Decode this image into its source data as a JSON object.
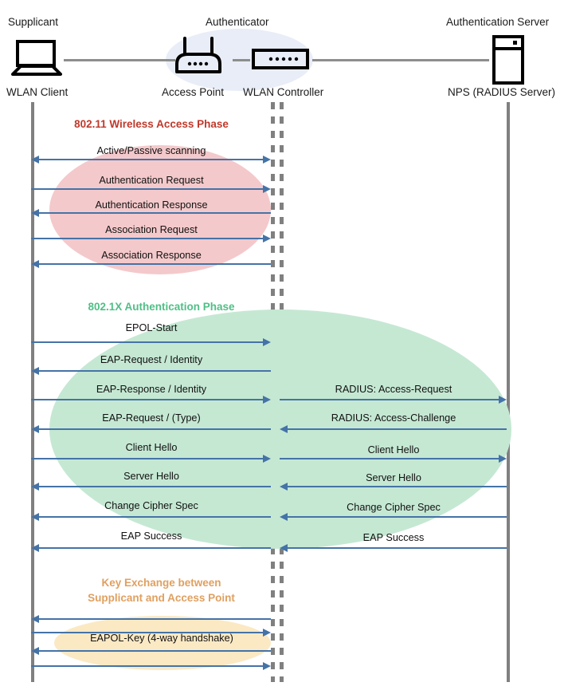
{
  "actors": [
    {
      "id": "supplicant",
      "role": "Supplicant",
      "device": "WLAN Client",
      "icon": "laptop-icon"
    },
    {
      "id": "authenticator",
      "role": "Authenticator",
      "device": "Access Point",
      "icon": "access-point-icon"
    },
    {
      "id": "controller",
      "role": "",
      "device": "WLAN Controller",
      "icon": "wlan-controller-icon"
    },
    {
      "id": "authserver",
      "role": "Authentication Server",
      "device": "NPS (RADIUS Server)",
      "icon": "server-icon"
    }
  ],
  "phases": [
    {
      "id": "wireless-access",
      "title": "802.11 Wireless Access Phase",
      "color": "#c0392b",
      "blob_color": "#f4c9cb",
      "messages": [
        {
          "label": "Active/Passive scanning",
          "direction": "both",
          "side": "left"
        },
        {
          "label": "Authentication Request",
          "direction": "right",
          "side": "left"
        },
        {
          "label": "Authentication Response",
          "direction": "left",
          "side": "left"
        },
        {
          "label": "Association Request",
          "direction": "right",
          "side": "left"
        },
        {
          "label": "Association Response",
          "direction": "left",
          "side": "left"
        }
      ]
    },
    {
      "id": "dot1x-auth",
      "title": "802.1X Authentication Phase",
      "color": "#4fbf85",
      "blob_color": "#c5e8d3",
      "messages": [
        {
          "label": "EPOL-Start",
          "direction": "right",
          "side": "left"
        },
        {
          "label": "EAP-Request / Identity",
          "direction": "left",
          "side": "left"
        },
        {
          "label": "EAP-Response / Identity",
          "direction": "right",
          "side": "left"
        },
        {
          "label": "EAP-Request / (Type)",
          "direction": "left",
          "side": "left"
        },
        {
          "label": "Client Hello",
          "direction": "right",
          "side": "left"
        },
        {
          "label": "Server Hello",
          "direction": "left",
          "side": "left"
        },
        {
          "label": "Change Cipher Spec",
          "direction": "left",
          "side": "left"
        },
        {
          "label": "EAP Success",
          "direction": "left",
          "side": "left"
        },
        {
          "label": "RADIUS: Access-Request",
          "direction": "right",
          "side": "right"
        },
        {
          "label": "RADIUS: Access-Challenge",
          "direction": "left",
          "side": "right"
        },
        {
          "label": "Client Hello",
          "direction": "right",
          "side": "right"
        },
        {
          "label": "Server Hello",
          "direction": "left",
          "side": "right"
        },
        {
          "label": "Change Cipher Spec",
          "direction": "left",
          "side": "right"
        },
        {
          "label": "EAP Success",
          "direction": "left",
          "side": "right"
        }
      ]
    },
    {
      "id": "key-exchange",
      "title": "Key Exchange between\nSupplicant and Access Point",
      "color": "#e0a060",
      "blob_color": "#fbe9c4",
      "messages": [
        {
          "label": "",
          "direction": "left",
          "side": "left"
        },
        {
          "label": "",
          "direction": "right",
          "side": "left"
        },
        {
          "label": "EAPOL-Key (4-way handshake)",
          "direction": "left",
          "side": "left"
        },
        {
          "label": "",
          "direction": "right",
          "side": "left"
        }
      ]
    }
  ],
  "colors": {
    "arrow": "#4573a7",
    "lifeline": "#808080",
    "wire": "#8d8d8d",
    "authenticator_blob": "#e8edf7",
    "text": "#111111"
  }
}
